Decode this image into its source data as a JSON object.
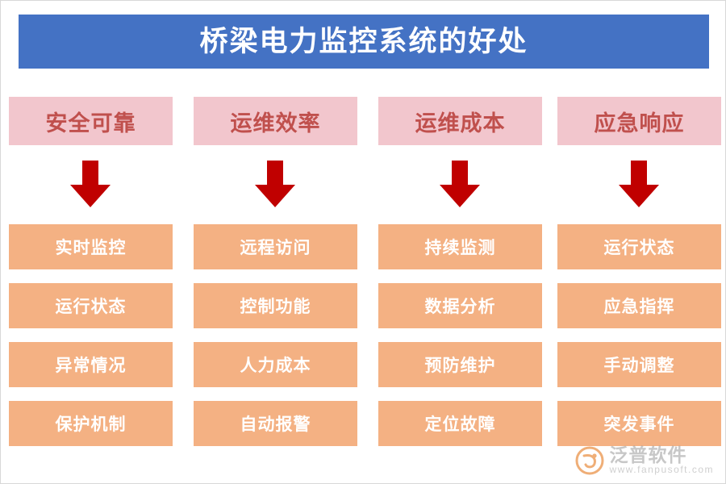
{
  "title": {
    "text": "桥梁电力监控系统的好处",
    "background": "#4472c4",
    "color": "#ffffff"
  },
  "colors": {
    "header_box_bg": "#f2c6cd",
    "header_box_text": "#c0504d",
    "item_box_bg": "#f4b183",
    "item_box_text": "#ffffff",
    "arrow": "#c00000"
  },
  "columns": [
    {
      "header": "安全可靠",
      "arrow_icon": "down-arrow-icon",
      "items": [
        "实时监控",
        "运行状态",
        "异常情况",
        "保护机制"
      ]
    },
    {
      "header": "运维效率",
      "arrow_icon": "down-arrow-icon",
      "items": [
        "远程访问",
        "控制功能",
        "人力成本",
        "自动报警"
      ]
    },
    {
      "header": "运维成本",
      "arrow_icon": "down-arrow-icon",
      "items": [
        "持续监测",
        "数据分析",
        "预防维护",
        "定位故障"
      ]
    },
    {
      "header": "应急响应",
      "arrow_icon": "down-arrow-icon",
      "items": [
        "运行状态",
        "应急指挥",
        "手动调整",
        "突发事件"
      ]
    }
  ],
  "logo": {
    "icon": "fanpu-logo-icon",
    "name_cn": "泛普软件",
    "name_en": "www.fanpusoft.com"
  }
}
